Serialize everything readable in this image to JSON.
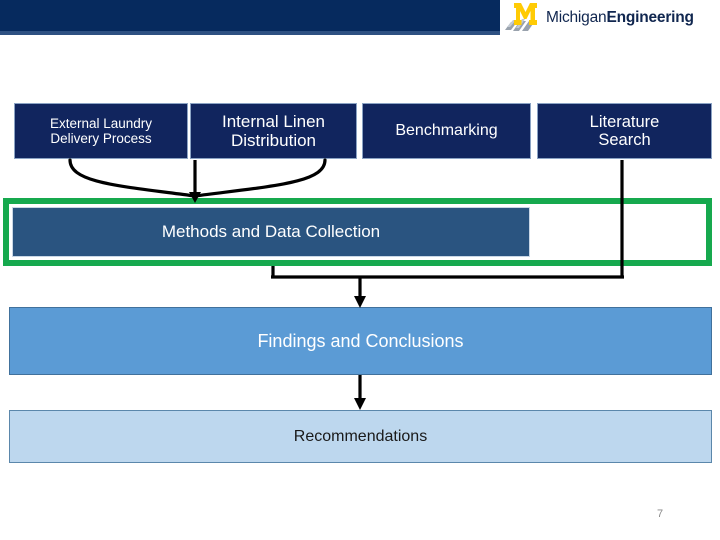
{
  "header": {
    "banner_color": "#062a5e",
    "logo": {
      "mark_name": "michigan-block-m",
      "mark_color": "#ffcb05",
      "shadow_color": "#8c95a0",
      "text_regular": "Michigan",
      "text_bold": "Engineering",
      "text_color": "#10264f"
    }
  },
  "diagram": {
    "title": "",
    "nodes": [
      {
        "id": "external-laundry",
        "label": "External Laundry Delivery Process",
        "line1": "External Laundry",
        "line2": "Delivery Process",
        "fill": "#11255e",
        "text_color": "#ffffff"
      },
      {
        "id": "internal-linen",
        "label": "Internal Linen Distribution",
        "line1": "Internal Linen",
        "line2": "Distribution",
        "fill": "#11255e",
        "text_color": "#ffffff"
      },
      {
        "id": "benchmarking",
        "label": "Benchmarking",
        "line1": "Benchmarking",
        "line2": "",
        "fill": "#11255e",
        "text_color": "#ffffff"
      },
      {
        "id": "literature-search",
        "label": "Literature Search",
        "line1": "Literature",
        "line2": "Search",
        "fill": "#11255e",
        "text_color": "#ffffff"
      },
      {
        "id": "methods-data-collection",
        "label": "Methods and Data Collection",
        "line1": "Methods and Data Collection",
        "line2": "",
        "fill": "#2a5480",
        "text_color": "#ffffff"
      },
      {
        "id": "findings-conclusions",
        "label": "Findings and Conclusions",
        "line1": "Findings and Conclusions",
        "line2": "",
        "fill": "#5b9bd5",
        "text_color": "#ffffff"
      },
      {
        "id": "recommendations",
        "label": "Recommendations",
        "line1": "Recommendations",
        "line2": "",
        "fill": "#bdd7ee",
        "text_color": "#1a1a1a"
      }
    ],
    "highlight": {
      "name": "methods-highlight-frame",
      "color": "#16a94e"
    },
    "connector_color": "#000000"
  },
  "footer": {
    "page_number": "7",
    "page_number_color": "#8a8a8a"
  }
}
